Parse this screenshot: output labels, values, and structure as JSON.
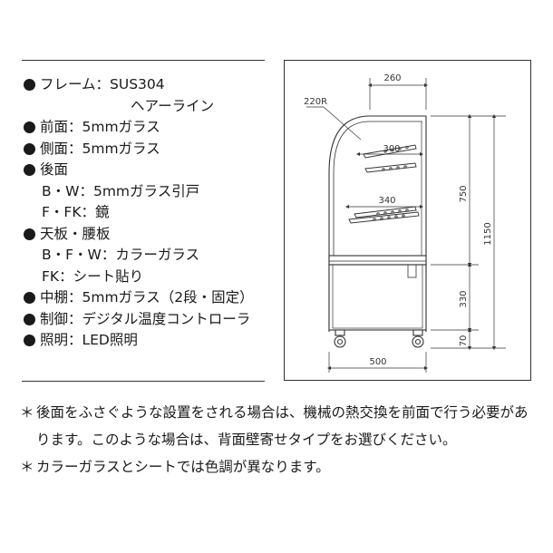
{
  "specs": [
    {
      "lines": [
        "フレーム：SUS304",
        "ヘアーライン"
      ]
    },
    {
      "lines": [
        "前面：5mmガラス"
      ]
    },
    {
      "lines": [
        "側面：5mmガラス"
      ]
    },
    {
      "lines": [
        "後面",
        "B・W：5mmガラス引戸",
        "F・FK：鏡"
      ]
    },
    {
      "lines": [
        "天板・腰板",
        "B・F・W：カラーガラス",
        "FK：シート貼り"
      ]
    },
    {
      "lines": [
        "中棚：5mmガラス（2段・固定）"
      ]
    },
    {
      "lines": [
        "制御：デジタル温度コントローラ"
      ]
    },
    {
      "lines": [
        "照明：LED照明"
      ]
    }
  ],
  "diagram": {
    "dimensions": {
      "top_depth": "260",
      "radius": "220R",
      "shelf_upper": "300",
      "shelf_lower": "340",
      "upper_height": "750",
      "total_height": "1150",
      "base_height": "330",
      "leg_height": "70",
      "width": "500"
    }
  },
  "notes": [
    {
      "mark": "＊",
      "text": "後面をふさぐような設置をされる場合は、機械の熱交換を前面で行う必要があります。このような場合は、背面壁寄せタイプをお選びください。"
    },
    {
      "mark": "＊",
      "text": "カラーガラスとシートでは色調が異なります。"
    }
  ]
}
